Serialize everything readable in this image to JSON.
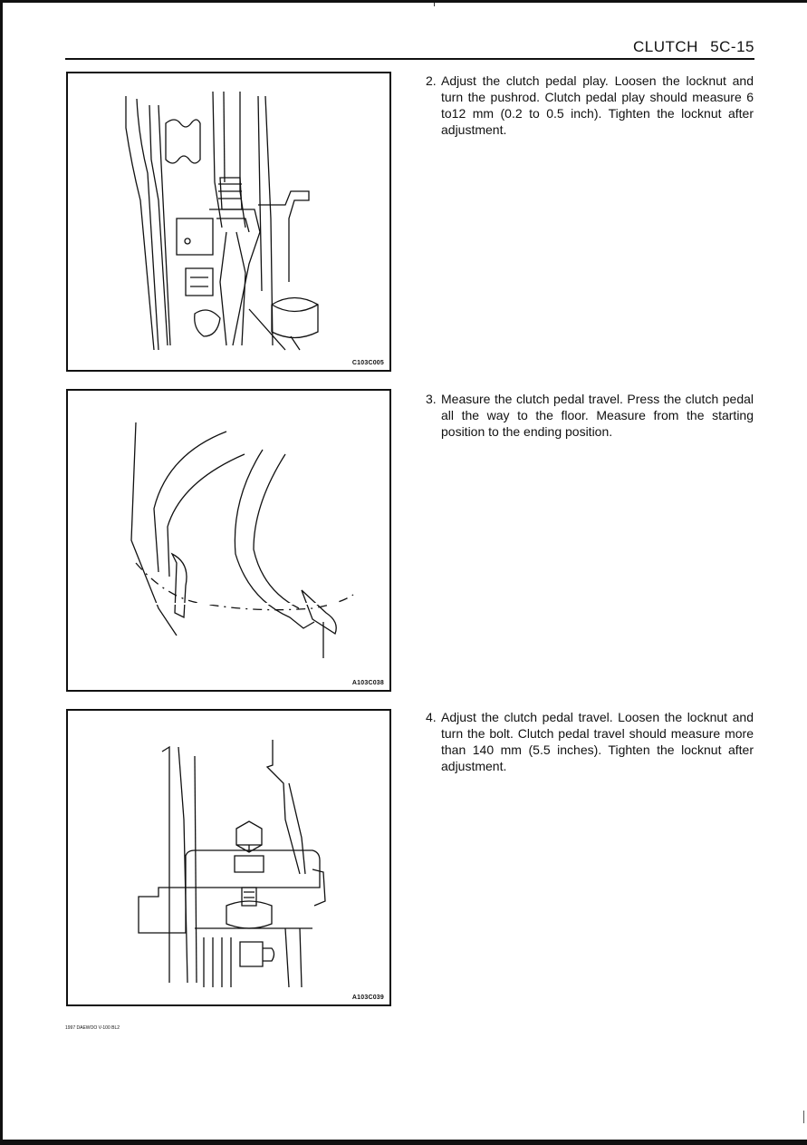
{
  "header": {
    "title": "CLUTCH",
    "page": "5C-15"
  },
  "figures": [
    {
      "code": "C103C005"
    },
    {
      "code": "A103C038"
    },
    {
      "code": "A103C039"
    }
  ],
  "steps": [
    {
      "number": "2.",
      "text": "Adjust the clutch pedal play. Loosen the locknut and turn the pushrod. Clutch pedal play should measure 6 to12 mm (0.2 to 0.5 inch). Tighten the locknut after adjustment."
    },
    {
      "number": "3.",
      "text": "Measure the clutch pedal travel. Press the clutch pedal all the way to the floor. Measure from the starting position to the ending position."
    },
    {
      "number": "4.",
      "text": "Adjust the clutch pedal travel. Loosen the locknut and turn the bolt. Clutch pedal travel should measure more than 140 mm (5.5 inches). Tighten the locknut after adjustment."
    }
  ],
  "footer": {
    "text": "1997 DAEWOO V-100 BL2"
  }
}
